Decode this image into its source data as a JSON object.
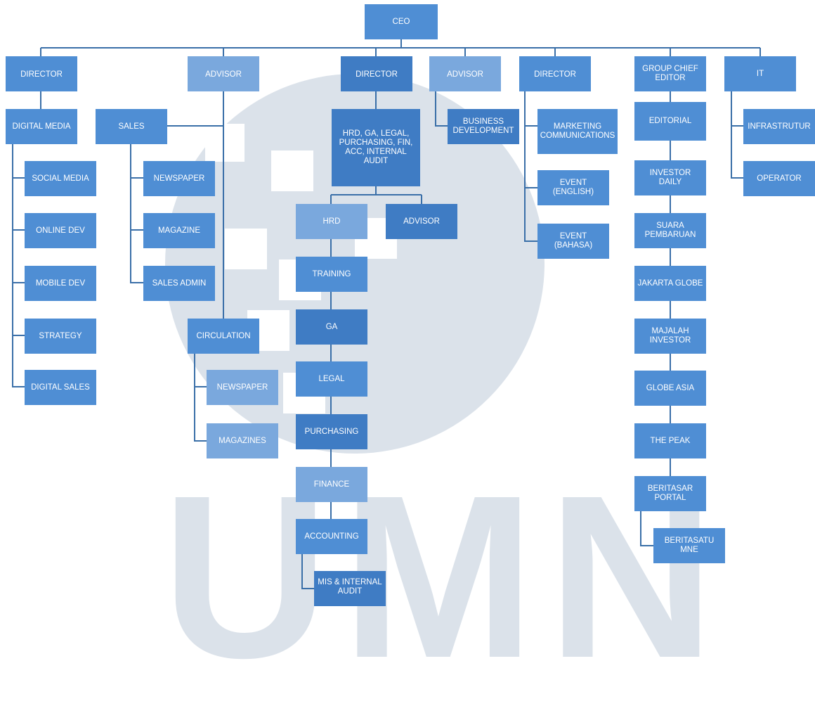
{
  "watermark": {
    "text": "UMN"
  },
  "colors": {
    "node": "#4f8ed4",
    "node_light": "#7aa8dd",
    "line": "#3a6fa8",
    "watermark": "#dbe2ea"
  },
  "nodes": {
    "ceo": "CEO",
    "dir1": "DIRECTOR",
    "digital_media": "DIGITAL MEDIA",
    "social_media": "SOCIAL MEDIA",
    "online_dev": "ONLINE DEV",
    "mobile_dev": "MOBILE DEV",
    "strategy": "STRATEGY",
    "digital_sales": "DIGITAL SALES",
    "sales": "SALES",
    "sales_newspaper": "NEWSPAPER",
    "sales_magazine": "MAGAZINE",
    "sales_admin": "SALES ADMIN",
    "advisor1": "ADVISOR",
    "circulation": "CIRCULATION",
    "circ_newspaper": "NEWSPAPER",
    "circ_magazines": "MAGAZINES",
    "dir2": "DIRECTOR",
    "hrd_group": "HRD, GA, LEGAL, PURCHASING, FIN, ACC, INTERNAL AUDIT",
    "hrd": "HRD",
    "advisor3": "ADVISOR",
    "training": "TRAINING",
    "ga": "GA",
    "legal": "LEGAL",
    "purchasing": "PURCHASING",
    "finance": "FINANCE",
    "accounting": "ACCOUNTING",
    "mis_audit": "MIS & INTERNAL AUDIT",
    "advisor2": "ADVISOR",
    "business_dev": "BUSINESS DEVELOPMENT",
    "dir3": "DIRECTOR",
    "marketing_comm": "MARKETING COMMUNICATIONS",
    "event_english": "EVENT (ENGLISH)",
    "event_bahasa": "EVENT (BAHASA)",
    "group_chief_editor": "GROUP CHIEF EDITOR",
    "editorial": "EDITORIAL",
    "investor_daily": "INVESTOR DAILY",
    "suara_pembaruan": "SUARA PEMBARUAN",
    "jakarta_globe": "JAKARTA GLOBE",
    "majalah_investor": "MAJALAH INVESTOR",
    "globe_asia": "GLOBE ASIA",
    "the_peak": "THE PEAK",
    "beritasar_portal": "BERITASAR PORTAL",
    "beritasatu_mne": "BERITASATU MNE",
    "it": "IT",
    "infrastrutur": "INFRASTRUTUR",
    "operator": "OPERATOR"
  }
}
